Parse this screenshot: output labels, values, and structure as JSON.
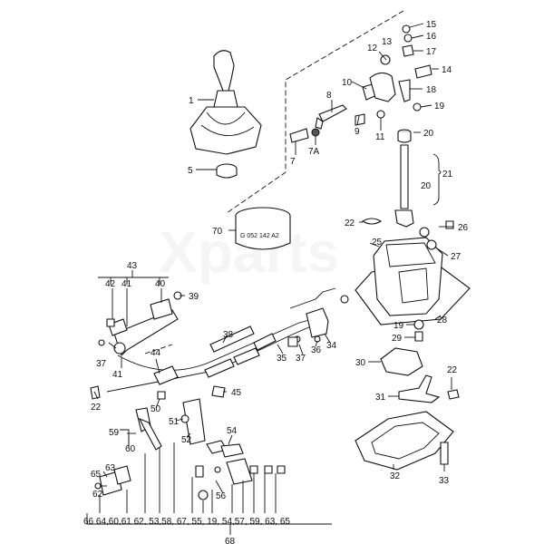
{
  "watermark": "Xparts",
  "part_stamp": "G 052 142 A2",
  "labels": {
    "p1": "1",
    "p5": "5",
    "p7": "7",
    "p7a": "7A",
    "p8": "8",
    "p9": "9",
    "p10": "10",
    "p11": "11",
    "p12": "12",
    "p13": "13",
    "p14": "14",
    "p15": "15",
    "p16": "16",
    "p17": "17",
    "p18": "18",
    "p19a": "19",
    "p20": "20",
    "p21": "21",
    "p20b": "20",
    "p22a": "22",
    "p26": "26",
    "p25": "25",
    "p27": "27",
    "p28": "28",
    "p19b": "19",
    "p29": "29",
    "p30": "30",
    "p22b": "22",
    "p31": "31",
    "p32": "32",
    "p33": "33",
    "p70": "70",
    "p43": "43",
    "p42": "42",
    "p41a": "41",
    "p40": "40",
    "p39": "39",
    "p37a": "37",
    "p44": "44",
    "p41b": "41",
    "p38": "38",
    "p35": "35",
    "p37b": "37",
    "p36": "36",
    "p34": "34",
    "p45": "45",
    "p22c": "22",
    "p50": "50",
    "p51": "51",
    "p59": "59",
    "p60": "60",
    "p52": "52",
    "p54": "54",
    "p56": "56",
    "p63": "63",
    "p65": "65",
    "p62": "62"
  },
  "bottom_row": "66  64,60,61  62, 53,58,  67,  55, 19, 54,57, 59, 63, 65",
  "bottom_total": "68"
}
